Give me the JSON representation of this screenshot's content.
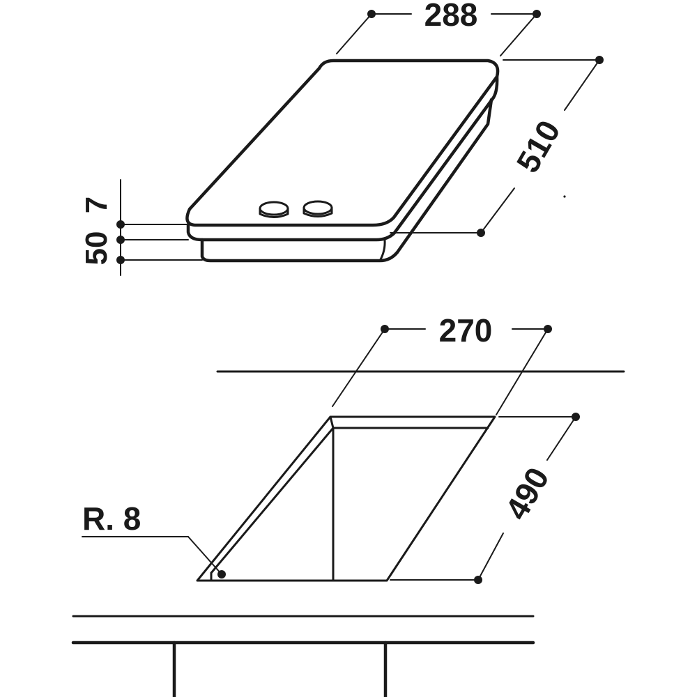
{
  "hob": {
    "width_label": "288",
    "depth_label": "510",
    "top_thickness_label": "7",
    "body_height_label": "50"
  },
  "cutout": {
    "width_label": "270",
    "depth_label": "490",
    "radius_label": "R. 8"
  },
  "colors": {
    "line": "#1a1a1a",
    "background": "#ffffff"
  }
}
